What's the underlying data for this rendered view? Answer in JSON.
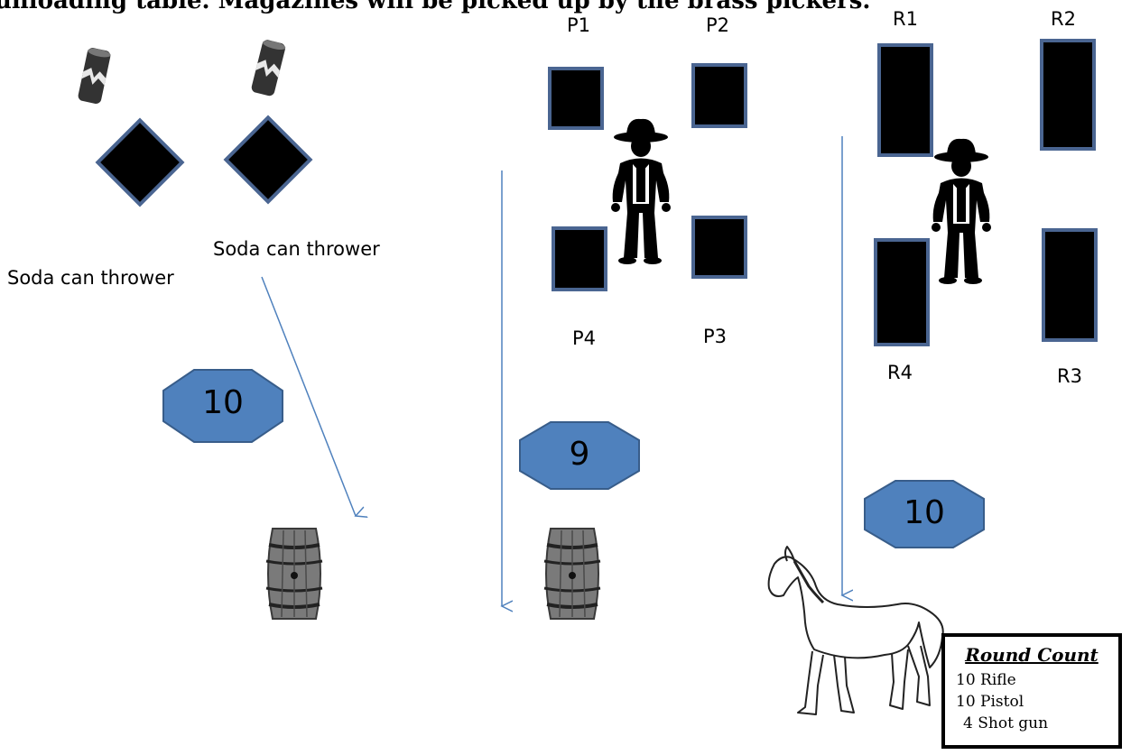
{
  "header": {
    "text": "unloading table. Magazines will be picked up by the brass pickers."
  },
  "labels": {
    "soda_can_thrower_1": "Soda can thrower",
    "soda_can_thrower_2": "Soda can thrower"
  },
  "pistol_targets": [
    "P1",
    "P2",
    "P3",
    "P4"
  ],
  "rifle_targets": [
    "R1",
    "R2",
    "R3",
    "R4"
  ],
  "round_markers": [
    "10",
    "9",
    "10"
  ],
  "round_count": {
    "title": "Round Count",
    "items": [
      {
        "count": "10",
        "label": "Rifle"
      },
      {
        "count": "10",
        "label": "Pistol"
      },
      {
        "count": "4",
        "label": "Shot gun"
      }
    ]
  },
  "colors": {
    "marker_fill": "#4f81bd",
    "marker_stroke": "#385d8a",
    "target_fill": "#000000",
    "target_border": "#4a6591",
    "arrow": "#4f81bd"
  }
}
